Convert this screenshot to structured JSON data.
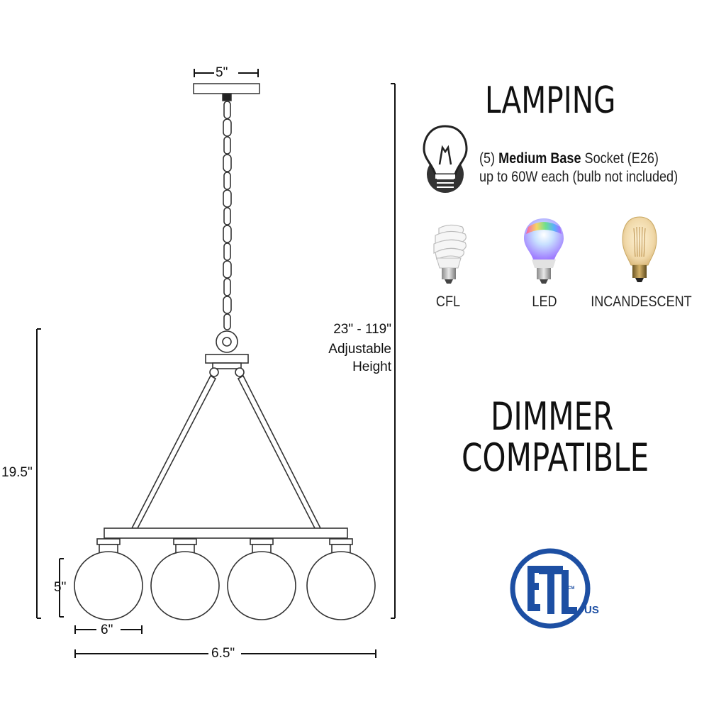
{
  "dimensions": {
    "canopy_width": "5\"",
    "adjustable_height": [
      "23\" - 119\"",
      "Adjustable",
      "Height"
    ],
    "fixture_height": "19.5\"",
    "shade_height": "5\"",
    "shade_width": "6\"",
    "overall_width": "6.5\""
  },
  "lamping": {
    "title": "LAMPING",
    "line1_prefix": "(5) ",
    "line1_bold": "Medium Base",
    "line1_suffix": " Socket (E26)",
    "line2": "up to 60W each (bulb not included)",
    "bulb_icon": "lightbulb-icon"
  },
  "bulbs": [
    {
      "label": "CFL",
      "icon": "cfl-bulb-icon"
    },
    {
      "label": "LED",
      "icon": "led-bulb-icon"
    },
    {
      "label": "INCANDESCENT",
      "icon": "incandescent-bulb-icon"
    }
  ],
  "dimmer": [
    "DIMMER",
    "COMPATIBLE"
  ],
  "certification": {
    "mark": "ETL",
    "region": "US",
    "small": "CM",
    "color": "#1d4fa3"
  }
}
